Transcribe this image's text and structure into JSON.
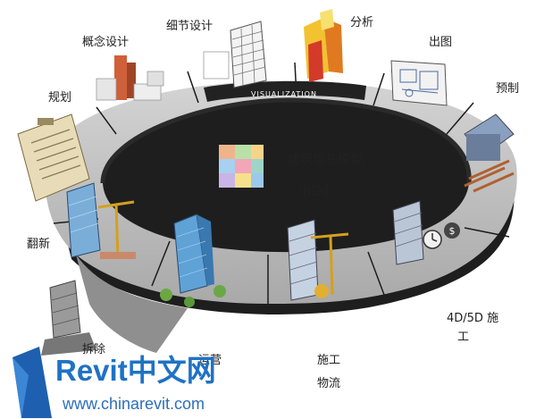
{
  "diagram": {
    "center": {
      "title": "建筑信息模型",
      "subtitle": "BIM"
    },
    "ring_label": "VISUALIZATION",
    "stages": {
      "planning": "规划",
      "concept": "概念设计",
      "detail": "细节设计",
      "analysis": "分析",
      "drawing": "出图",
      "prefab": "预制",
      "construction_4d5d_a": "4D/5D 施",
      "construction_4d5d_b": "工",
      "logistics_a": "施工",
      "logistics_b": "物流",
      "operation": "运营",
      "demolition": "拆除",
      "renovation": "翻新"
    }
  },
  "watermark": {
    "brand": "Revit中文网",
    "url": "www.chinarevit.com"
  },
  "colors": {
    "ring_top": "#b9b9b9",
    "ring_side": "#1e1e1e",
    "brand_blue": "#1f72c4"
  }
}
